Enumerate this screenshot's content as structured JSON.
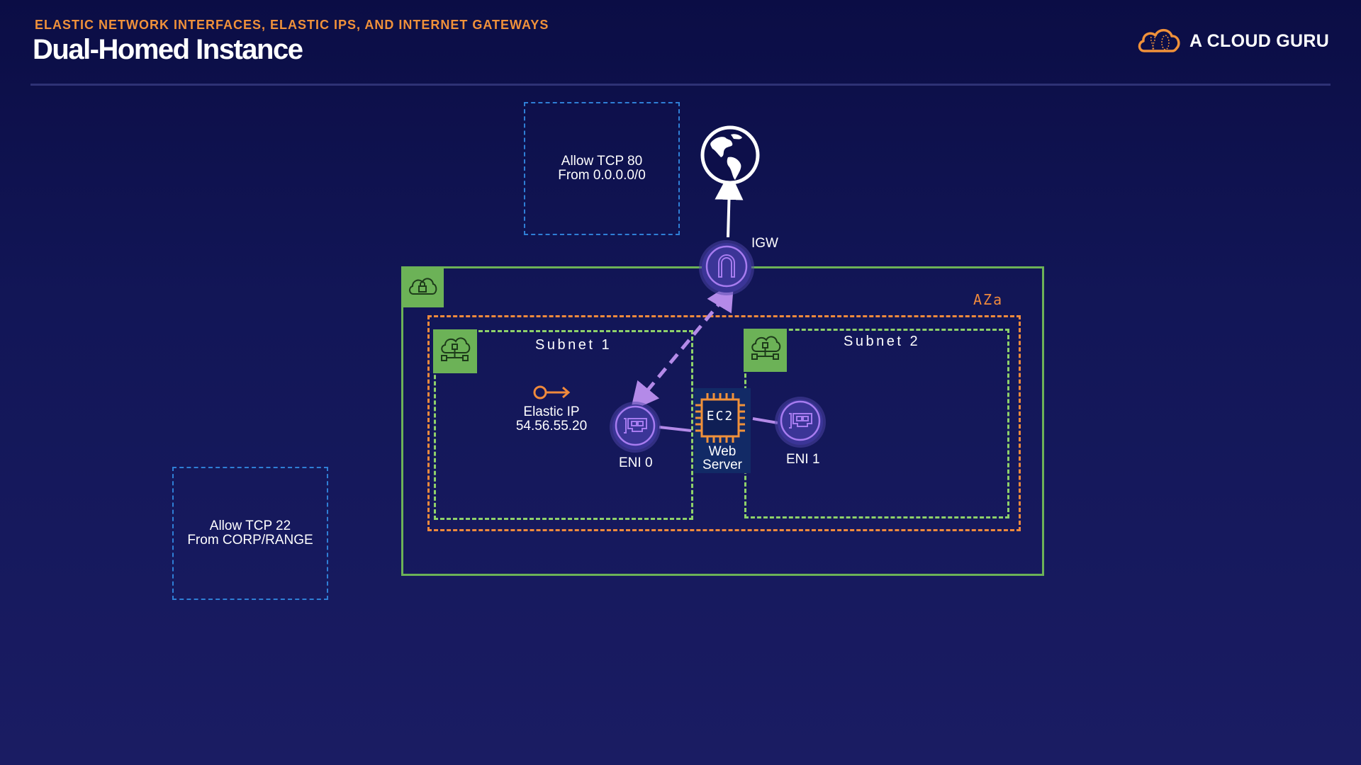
{
  "header": {
    "subtitle": "ELASTIC NETWORK INTERFACES, ELASTIC IPS, AND INTERNET GATEWAYS",
    "title": "Dual-Homed Instance"
  },
  "brand": {
    "logo_text": "A CLOUD GURU",
    "logo_icon": "cloud-guru-icon"
  },
  "colors": {
    "background": "#121657",
    "accent_orange": "#f08a3c",
    "vpc_green": "#6cb257",
    "subnet_green": "#8ed16a",
    "security_group_blue": "#2f7fd6",
    "eni_purple": "#a77cf0"
  },
  "security_groups": [
    {
      "line1": "Allow TCP 80",
      "line2": "From 0.0.0.0/0"
    },
    {
      "line1": "Allow TCP 22",
      "line2": "From CORP/RANGE"
    }
  ],
  "internet": {
    "icon": "globe-icon"
  },
  "igw": {
    "label": "IGW",
    "icon": "internet-gateway-icon"
  },
  "vpc": {
    "icon": "vpc-cloud-lock-icon"
  },
  "availability_zone": {
    "label": "AZa"
  },
  "subnets": [
    {
      "label": "Subnet 1",
      "icon": "subnet-cloud-icon"
    },
    {
      "label": "Subnet 2",
      "icon": "subnet-cloud-icon"
    }
  ],
  "elastic_ip": {
    "icon": "key-icon",
    "label": "Elastic IP",
    "address": "54.56.55.20"
  },
  "enis": [
    {
      "label": "ENI 0",
      "icon": "network-card-icon"
    },
    {
      "label": "ENI 1",
      "icon": "network-card-icon"
    }
  ],
  "ec2": {
    "chip_text": "EC2",
    "label_line1": "Web",
    "label_line2": "Server"
  }
}
